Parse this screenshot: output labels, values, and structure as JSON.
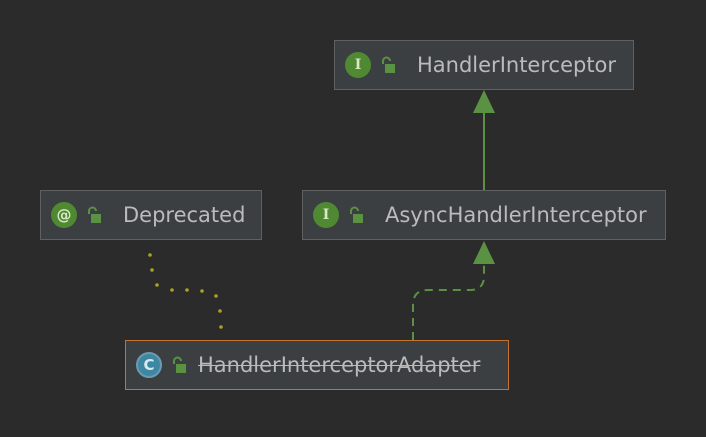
{
  "nodes": {
    "handler_interceptor": {
      "label": "HandlerInterceptor",
      "kind": "interface",
      "badge": "I"
    },
    "async_handler_interceptor": {
      "label": "AsyncHandlerInterceptor",
      "kind": "interface",
      "badge": "I"
    },
    "deprecated": {
      "label": "Deprecated",
      "kind": "annotation",
      "badge": "@"
    },
    "handler_interceptor_adapter": {
      "label": "HandlerInterceptorAdapter",
      "kind": "class",
      "badge": "C",
      "deprecated": true,
      "selected": true
    }
  },
  "edges": [
    {
      "from": "async_handler_interceptor",
      "to": "handler_interceptor",
      "type": "extends"
    },
    {
      "from": "handler_interceptor_adapter",
      "to": "async_handler_interceptor",
      "type": "implements"
    },
    {
      "from": "handler_interceptor_adapter",
      "to": "deprecated",
      "type": "annotated-by"
    }
  ],
  "colors": {
    "background": "#2b2b2b",
    "node_fill": "#3c3f41",
    "node_border": "#5e6062",
    "selected_border": "#c5722f",
    "extends_edge": "#5a9142",
    "implements_edge": "#5a9142",
    "annotation_edge": "#a8a323",
    "label": "#bbbbbb"
  }
}
